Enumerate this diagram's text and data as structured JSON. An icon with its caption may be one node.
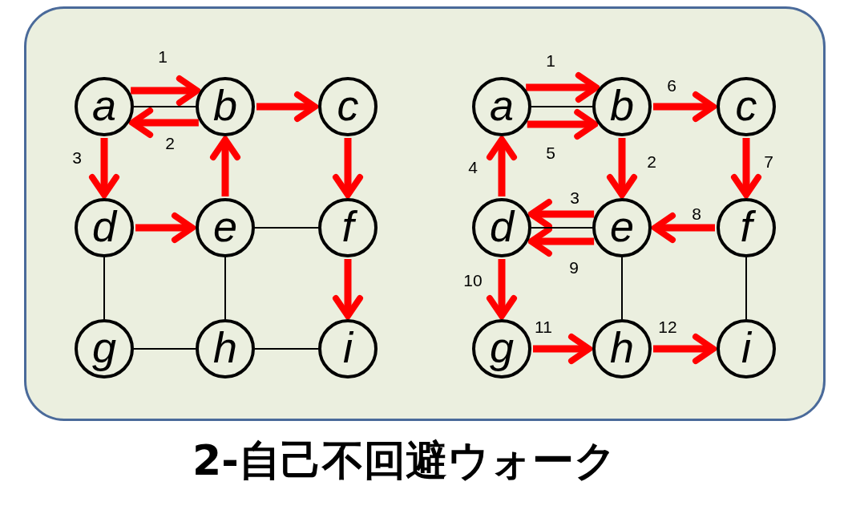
{
  "diagram": {
    "title": "2-自己不回避ウォーク",
    "nodes": [
      {
        "text": [],
        "shape": "box"
      },
      {
        "text": [
          "a"
        ],
        "in": 0
      },
      {
        "text": [
          "b"
        ],
        "in": 0
      },
      {
        "text": [
          "c"
        ],
        "in": 0
      },
      {
        "text": [
          "d"
        ],
        "in": 0
      },
      {
        "text": [
          "e"
        ],
        "in": 0
      },
      {
        "text": [
          "f"
        ],
        "in": 0
      },
      {
        "text": [
          "g"
        ],
        "in": 0
      },
      {
        "text": [
          "h"
        ],
        "in": 0
      },
      {
        "text": [
          "i"
        ],
        "in": 0
      },
      {
        "text": [
          "a"
        ],
        "in": 0
      },
      {
        "text": [
          "b"
        ],
        "in": 0
      },
      {
        "text": [
          "c"
        ],
        "in": 0
      },
      {
        "text": [
          "d"
        ],
        "in": 0
      },
      {
        "text": [
          "e"
        ],
        "in": 0
      },
      {
        "text": [
          "f"
        ],
        "in": 0
      },
      {
        "text": [
          "g"
        ],
        "in": 0
      },
      {
        "text": [
          "h"
        ],
        "in": 0
      },
      {
        "text": [
          "i"
        ],
        "in": 0
      }
    ],
    "edges": [
      {
        "from": 1,
        "to": 2,
        "arrow": "to",
        "label": "1"
      },
      {
        "from": 2,
        "to": 1,
        "arrow": "to",
        "label": "2"
      },
      {
        "from": 1,
        "to": 4,
        "arrow": "to",
        "label": "3"
      },
      {
        "from": 4,
        "to": 5,
        "arrow": "to"
      },
      {
        "from": 5,
        "to": 2,
        "arrow": "to"
      },
      {
        "from": 2,
        "to": 3,
        "arrow": "to"
      },
      {
        "from": 3,
        "to": 6,
        "arrow": "to"
      },
      {
        "from": 6,
        "to": 9,
        "arrow": "to"
      },
      {
        "from": 1,
        "to": 2,
        "arrow": "none",
        "color": "#000000"
      },
      {
        "from": 4,
        "to": 7,
        "arrow": "none",
        "color": "#000000"
      },
      {
        "from": 5,
        "to": 6,
        "arrow": "none",
        "color": "#000000"
      },
      {
        "from": 5,
        "to": 8,
        "arrow": "none",
        "color": "#000000"
      },
      {
        "from": 7,
        "to": 8,
        "arrow": "none",
        "color": "#000000"
      },
      {
        "from": 8,
        "to": 9,
        "arrow": "none",
        "color": "#000000"
      },
      {
        "from": 10,
        "to": 11,
        "arrow": "to",
        "label": "1"
      },
      {
        "from": 11,
        "to": 14,
        "arrow": "to",
        "label": "2"
      },
      {
        "from": 14,
        "to": 13,
        "arrow": "to",
        "label": "3"
      },
      {
        "from": 13,
        "to": 10,
        "arrow": "to",
        "label": "4"
      },
      {
        "from": 10,
        "to": 11,
        "arrow": "to",
        "label": "5"
      },
      {
        "from": 11,
        "to": 12,
        "arrow": "to",
        "label": "6"
      },
      {
        "from": 12,
        "to": 15,
        "arrow": "to",
        "label": "7"
      },
      {
        "from": 15,
        "to": 14,
        "arrow": "to",
        "label": "8"
      },
      {
        "from": 14,
        "to": 13,
        "arrow": "to",
        "label": "9"
      },
      {
        "from": 13,
        "to": 16,
        "arrow": "to",
        "label": "10"
      },
      {
        "from": 16,
        "to": 17,
        "arrow": "to",
        "label": "11"
      },
      {
        "from": 17,
        "to": 18,
        "arrow": "to",
        "label": "12"
      },
      {
        "from": 10,
        "to": 11,
        "arrow": "none",
        "color": "#000000"
      },
      {
        "from": 13,
        "to": 14,
        "arrow": "none",
        "color": "#000000"
      },
      {
        "from": 14,
        "to": 17,
        "arrow": "none",
        "color": "#000000"
      },
      {
        "from": 15,
        "to": 18,
        "arrow": "none",
        "color": "#000000"
      }
    ]
  }
}
